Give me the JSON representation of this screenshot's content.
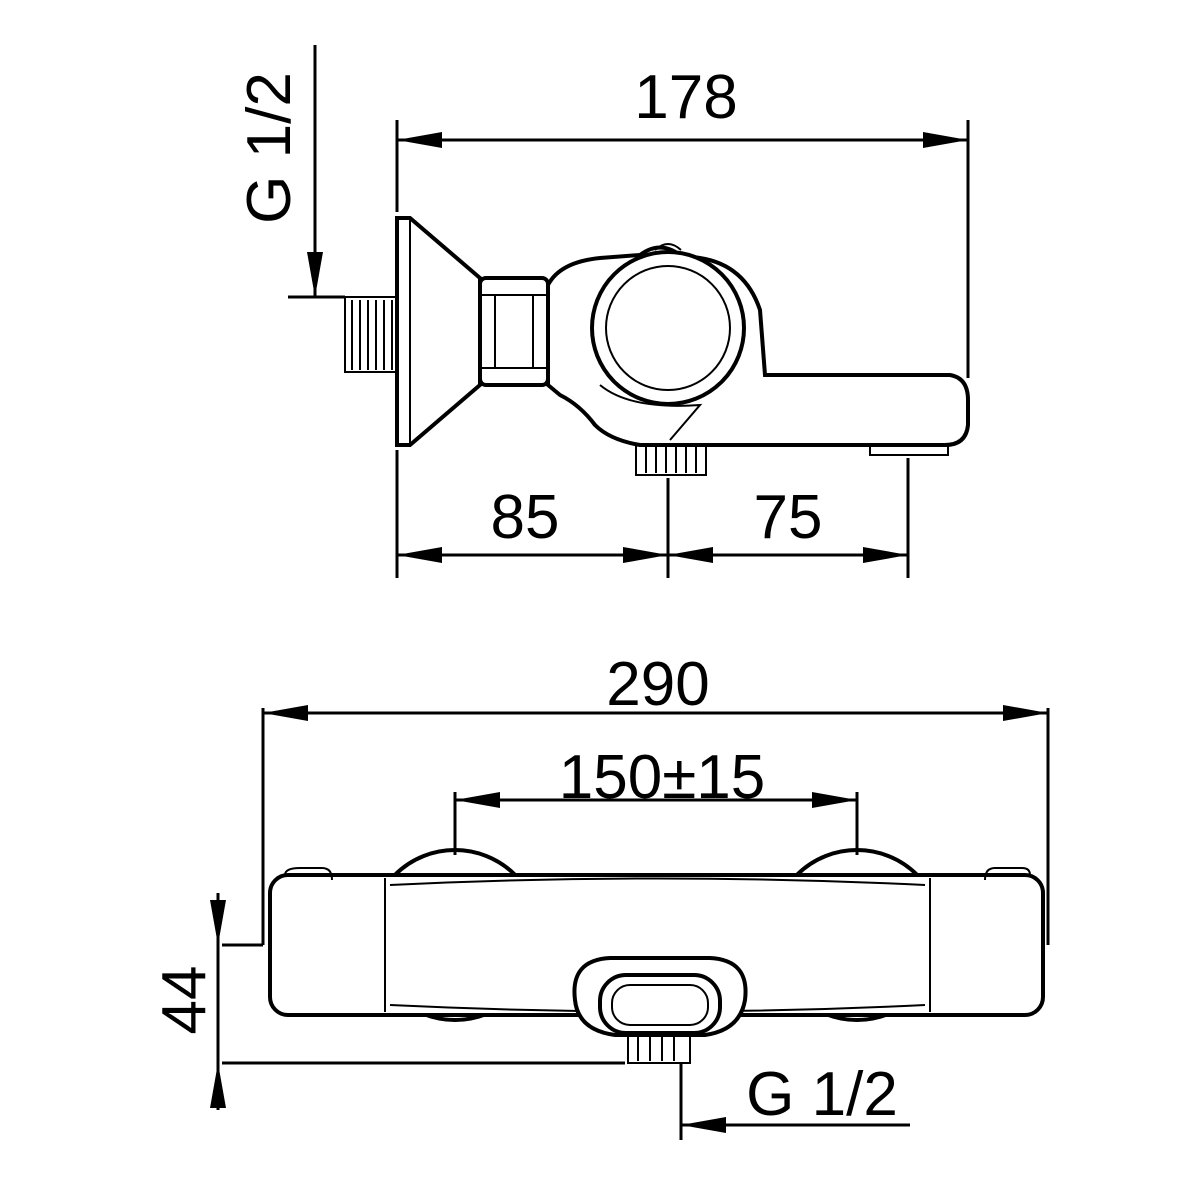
{
  "side_view": {
    "overall_length": "178",
    "inlet_thread": "G 1/2",
    "wall_to_outlet": "85",
    "outlet_to_spout": "75"
  },
  "front_view": {
    "overall_width": "290",
    "inlet_spacing": "150±15",
    "height": "44",
    "outlet_thread": "G 1/2"
  }
}
